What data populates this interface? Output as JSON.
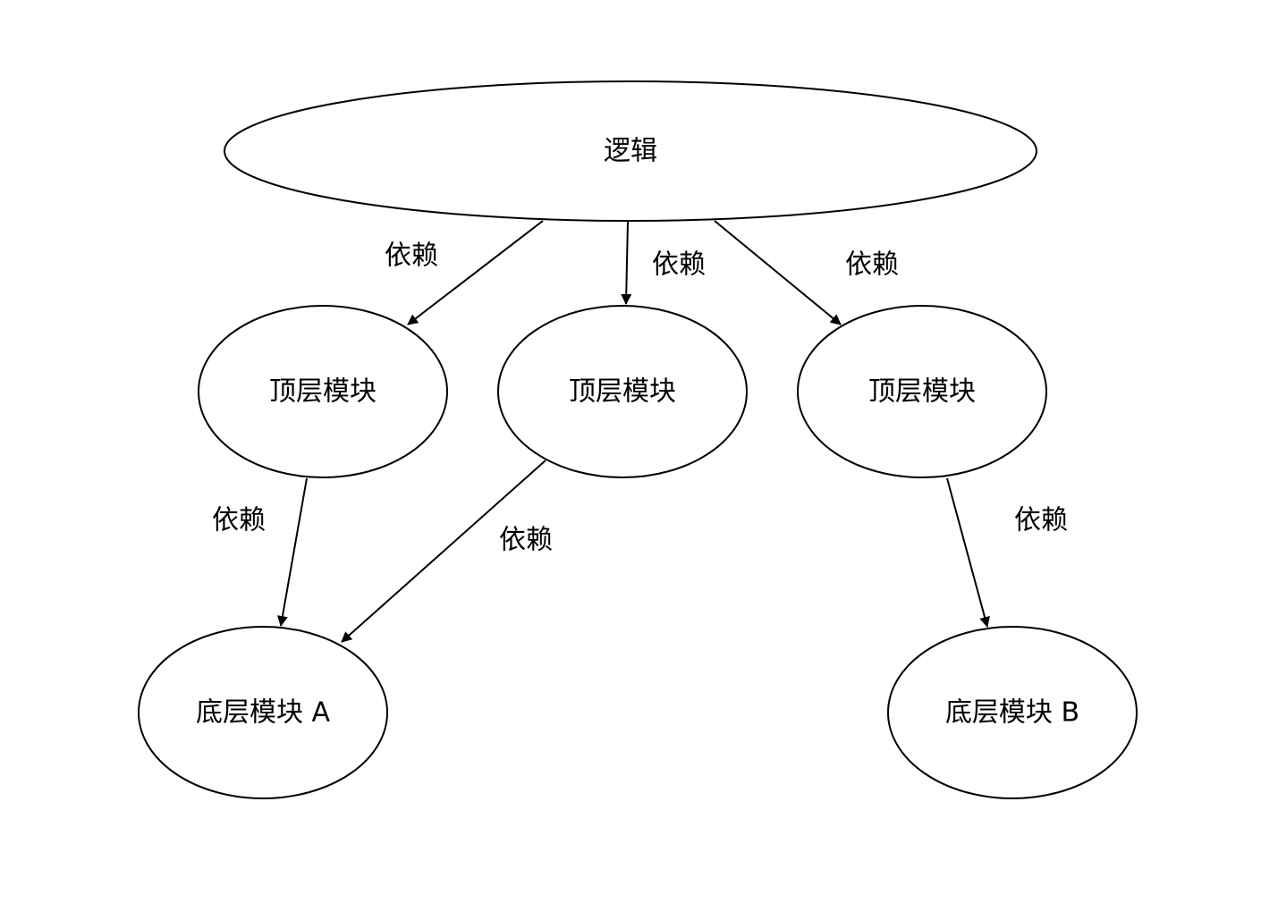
{
  "diagram": {
    "nodes": {
      "logic": "逻辑",
      "top1": "顶层模块",
      "top2": "顶层模块",
      "top3": "顶层模块",
      "bottomA": "底层模块 A",
      "bottomB": "底层模块 B"
    },
    "edges": {
      "logic_top1": "依赖",
      "logic_top2": "依赖",
      "logic_top3": "依赖",
      "top1_bottomA": "依赖",
      "top2_bottomA": "依赖",
      "top3_bottomB": "依赖"
    }
  }
}
